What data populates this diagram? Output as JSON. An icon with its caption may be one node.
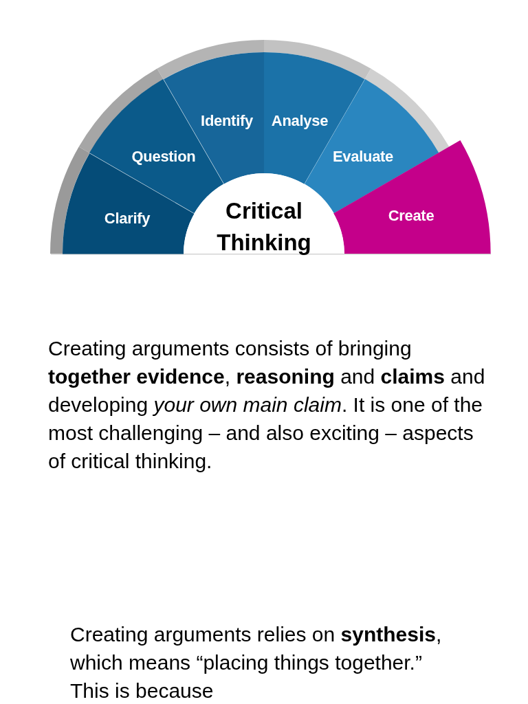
{
  "diagram": {
    "nodes": [
      {
        "text": [
          "Clarify"
        ]
      },
      {
        "text": [
          "Question"
        ]
      },
      {
        "text": [
          "Identify"
        ]
      },
      {
        "text": [
          "Analyse"
        ]
      },
      {
        "text": [
          "Evaluate"
        ]
      },
      {
        "text": [
          "Create"
        ]
      },
      {
        "text": [
          "Critical Thinking"
        ]
      }
    ],
    "labels": [
      "Creating arguments consists of bringing **together evidence**, **reasoning** and **claims** and developing *your own main claim*. It is one of the most challenging – and also exciting – aspects of critical thinking.",
      "Creating arguments relies on **synthesis**, which means “placing things together.” This is because"
    ]
  }
}
